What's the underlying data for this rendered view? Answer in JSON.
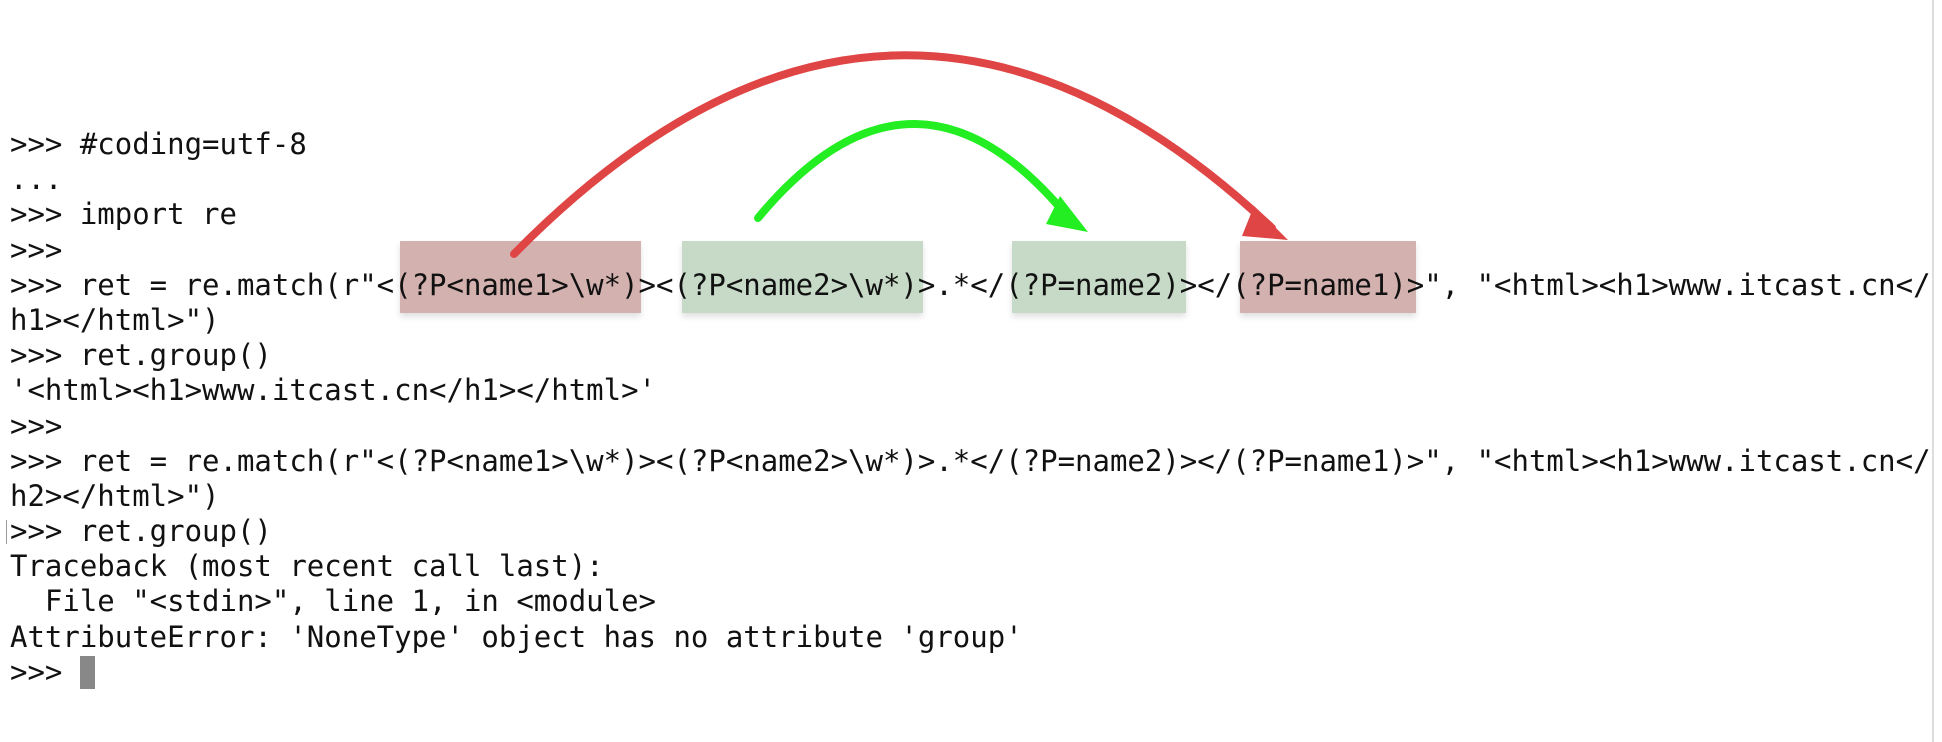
{
  "terminal": {
    "lines": [
      ">>> #coding=utf-8",
      "...",
      ">>> import re",
      ">>>",
      ">>> ret = re.match(r\"<(?P<name1>\\w*)><(?P<name2>\\w*)>.*</(?P=name2)></(?P=name1)>\", \"<html><h1>www.itcast.cn</",
      "h1></html>\")",
      ">>> ret.group()",
      "'<html><h1>www.itcast.cn</h1></html>'",
      ">>>",
      ">>> ret = re.match(r\"<(?P<name1>\\w*)><(?P<name2>\\w*)>.*</(?P=name2)></(?P=name1)>\", \"<html><h1>www.itcast.cn</",
      "h2></html>\")",
      ">>> ret.group()",
      "Traceback (most recent call last):",
      "  File \"<stdin>\", line 1, in <module>",
      "AttributeError: 'NoneType' object has no attribute 'group'",
      ">>> "
    ]
  },
  "annotations": {
    "highlight_colors": {
      "red": "#d3b1ae",
      "green": "#c6dac7"
    },
    "arrow_colors": {
      "red": "#e04545",
      "green": "#22ee22"
    }
  }
}
